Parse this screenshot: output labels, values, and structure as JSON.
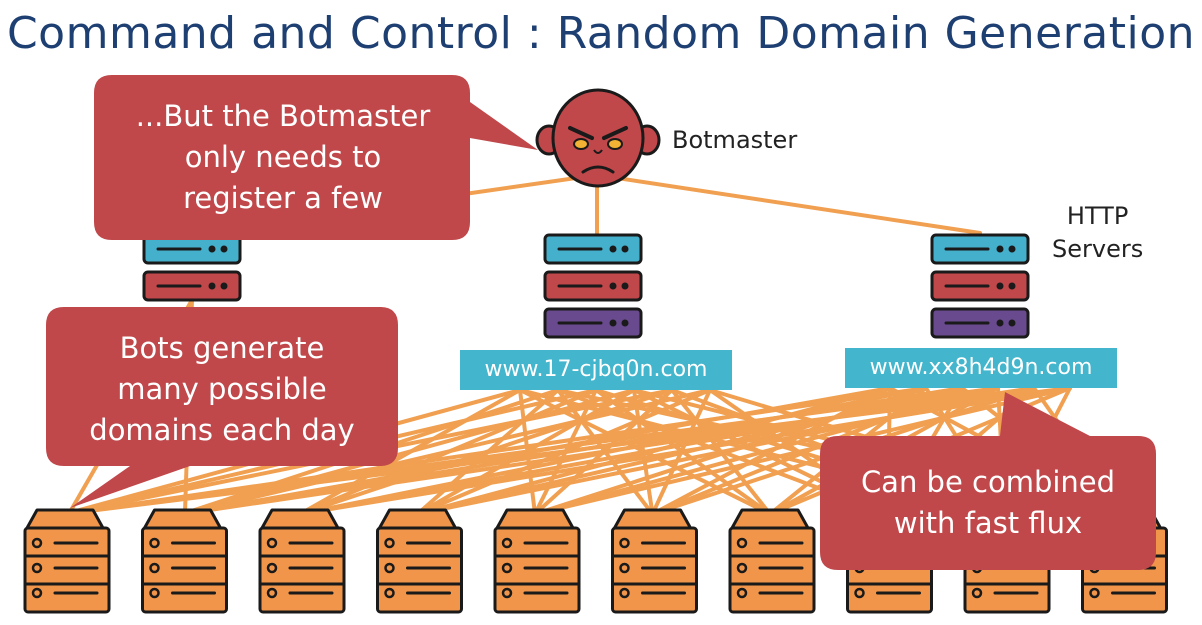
{
  "title": "Command and Control : Random Domain Generation",
  "botmaster_label": "Botmaster",
  "http_servers_label": "HTTP\nServers",
  "domains": {
    "middle": "www.17-cjbq0n.com",
    "right": "www.xx8h4d9n.com"
  },
  "bubbles": {
    "register": "...But the Botmaster\nonly needs to\nregister a few",
    "generate": "Bots generate\nmany possible\ndomains each day",
    "fastflux": "Can be combined\nwith fast flux"
  },
  "colors": {
    "title": "#1e3f72",
    "bubble": "#c0474a",
    "domain_box": "#43b5cc",
    "link": "#f0a050",
    "bot": "#f0954a",
    "server_blue": "#45b0cc",
    "server_red": "#c0474a",
    "server_purple": "#6a4a8e",
    "face": "#c0474a"
  },
  "icons": [
    "botmaster-face-icon",
    "server-stack-icon",
    "bot-computer-icon"
  ]
}
